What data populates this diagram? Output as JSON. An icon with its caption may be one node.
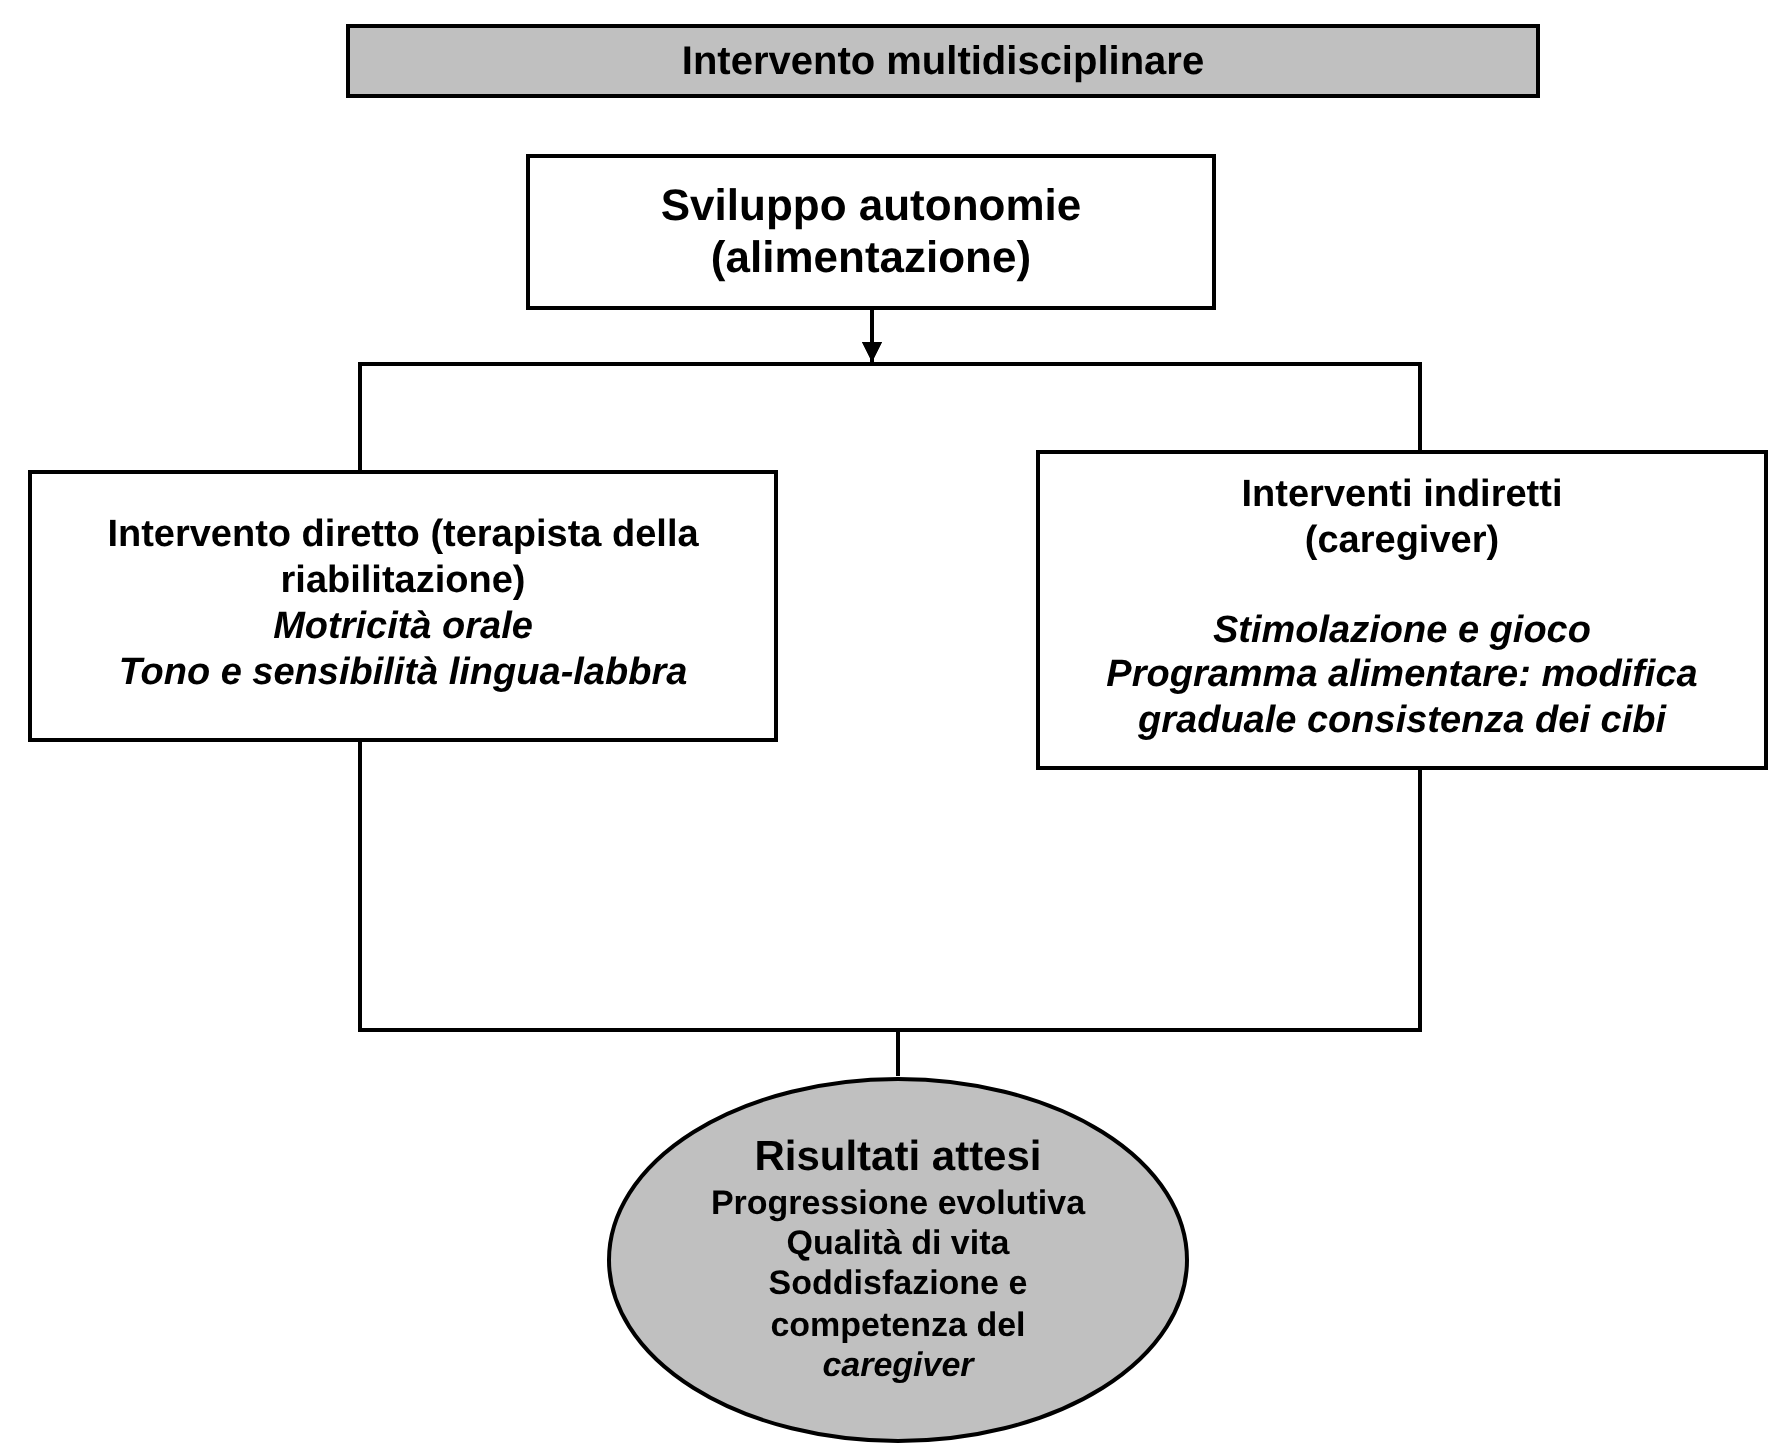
{
  "diagram": {
    "nodes": [
      {
        "text": [
          "Intervento multidisciplinare"
        ]
      },
      {
        "text": [
          "Sviluppo autonomie (alimentazione)"
        ]
      },
      {
        "text": [
          "Intervento diretto (terapista della riabilitazione)",
          "Motricità orale",
          "Tono e sensibilità lingua-labbra"
        ]
      },
      {
        "text": [
          "Interventi indiretti (caregiver)",
          "Stimolazione e gioco",
          "Programma alimentare: modifica graduale consistenza dei cibi"
        ]
      },
      {
        "text": [
          "Risultati attesi",
          "Progressione evolutiva",
          "Qualità di vita",
          "Soddisfazione e competenza del *caregiver*"
        ]
      }
    ],
    "edges": [
      {
        "from": 1,
        "to": 2,
        "arrow": "to"
      },
      {
        "from": 1,
        "to": 3,
        "arrow": "to"
      },
      {
        "from": 2,
        "to": 4,
        "arrow": "none"
      },
      {
        "from": 3,
        "to": 4,
        "arrow": "none"
      }
    ]
  }
}
